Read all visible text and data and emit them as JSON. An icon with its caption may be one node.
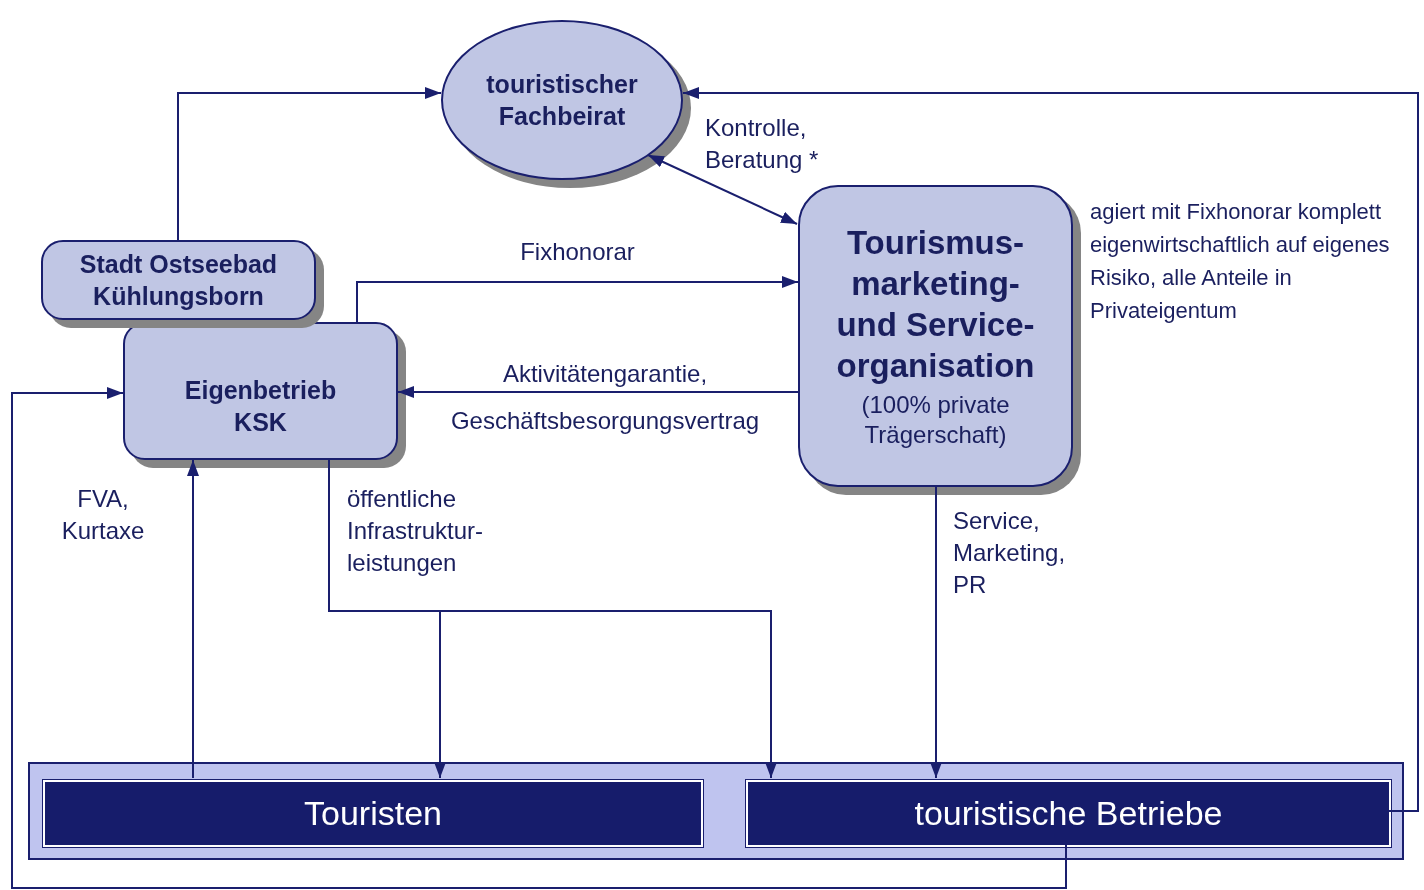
{
  "diagram": {
    "nodes": [
      {
        "text": [
          "touristischer Fachbeirat"
        ]
      },
      {
        "text": [
          "Stadt Ostseebad Kühlungsborn"
        ]
      },
      {
        "text": [
          "Eigenbetrieb KSK"
        ]
      },
      {
        "text": [
          "Tourismus- marketing- und Service- organisation",
          "(100% private Trägerschaft)"
        ],
        "beside": [
          "agiert mit Fixhonorar komplett eigenwirtschaftlich auf eigenes Risiko, alle Anteile in Privateigentum"
        ]
      },
      {
        "text": [],
        "shape": "box"
      },
      {
        "text": [
          "Touristen"
        ],
        "in": 4
      },
      {
        "text": [
          "touristische Betriebe"
        ],
        "in": 4
      }
    ],
    "edges": [
      {
        "from": 1,
        "to": 0,
        "arrow": "to"
      },
      {
        "from": 6,
        "to": 0,
        "arrow": "to"
      },
      {
        "from": 0,
        "to": 3,
        "arrow": "both",
        "label": "Kontrolle, Beratung *"
      },
      {
        "from": 2,
        "to": 3,
        "arrow": "to",
        "label": "Fixhonorar"
      },
      {
        "from": 3,
        "to": 2,
        "arrow": "to",
        "label": "Aktivitätengarantie, Geschäftsbesorgungsvertrag"
      },
      {
        "from": 5,
        "to": 2,
        "arrow": "to"
      },
      {
        "from": 6,
        "to": 2,
        "arrow": "to"
      },
      {
        "from": 2,
        "to": 5,
        "arrow": "to",
        "label": "öffentliche Infrastruktur- leistungen"
      },
      {
        "from": 2,
        "to": 6,
        "arrow": "to"
      },
      {
        "from": 3,
        "to": 6,
        "arrow": "to",
        "label": "Service, Marketing, PR"
      }
    ],
    "labels": [
      "FVA, Kurtaxe"
    ]
  }
}
